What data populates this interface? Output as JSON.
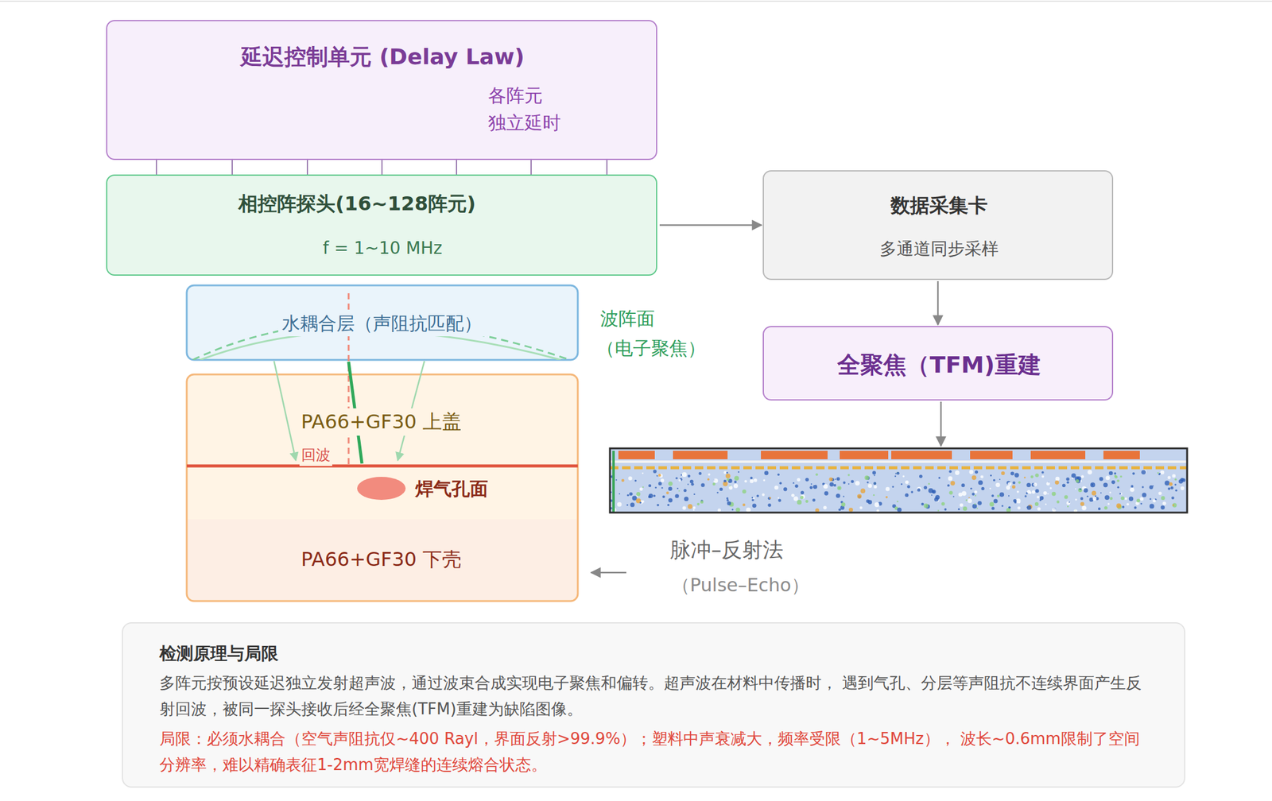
{
  "diagram": {
    "nodes": [
      {
        "text": [
          "延迟控制单元 (Delay Law)",
          "各阵元 独立延时"
        ]
      },
      {
        "text": [
          "相控阵探头(16~128阵元)",
          "f = 1~10 MHz"
        ]
      },
      {
        "text": [
          "数据采集卡",
          "多通道同步采样"
        ]
      },
      {
        "text": [
          "全聚焦（TFM)重建"
        ]
      },
      {
        "text": [
          "水耦合层（声阻抗匹配）"
        ]
      },
      {
        "text": [
          "PA66+GF30 上盖"
        ]
      },
      {
        "text": [
          "焊气孔面"
        ]
      },
      {
        "text": [
          "PA66+GF30 下壳"
        ]
      },
      {
        "text": [
          "检测原理与局限",
          "多阵元按预设延迟独立发射超声波，通过波束合成实现电子聚焦和偏转。超声波在材料中传播时， 遇到气孔、分层等声阻抗不连续界面产生反射回波，被同一探头接收后经全聚焦(TFM)重建为缺陷图像。",
          "局限：必须水耦合（空气声阻抗仅~400 Rayl，界面反射>99.9%）；塑料中声衰减大，频率受限（1~5MHz）， 波长~0.6mm限制了空间分辨率，难以精确表征1-2mm宽焊缝的连续熔合状态。"
        ]
      }
    ],
    "edges": [
      {
        "from": 1,
        "to": 2,
        "arrow": "to"
      },
      {
        "from": 2,
        "to": 3,
        "arrow": "to"
      }
    ],
    "labels": [
      "波阵面",
      "（电子聚焦）",
      "回波",
      "脉冲–反射法",
      "（Pulse–Echo）"
    ]
  }
}
